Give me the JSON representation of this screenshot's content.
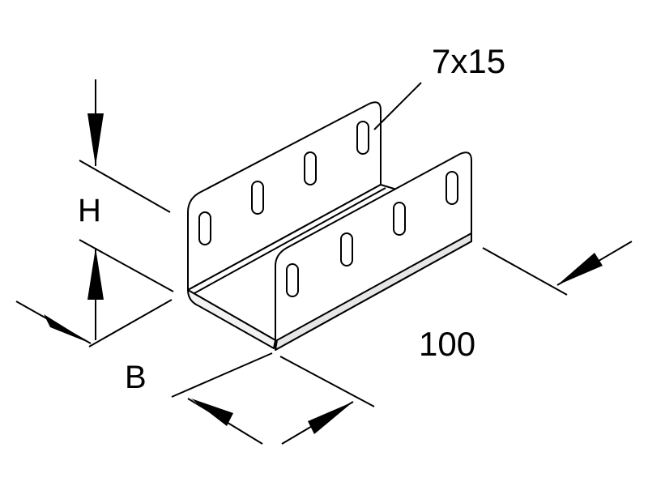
{
  "labels": {
    "slot_size": "7x15",
    "height": "H",
    "width": "B",
    "length": "100"
  },
  "colors": {
    "line": "#000000",
    "background": "#ffffff"
  }
}
